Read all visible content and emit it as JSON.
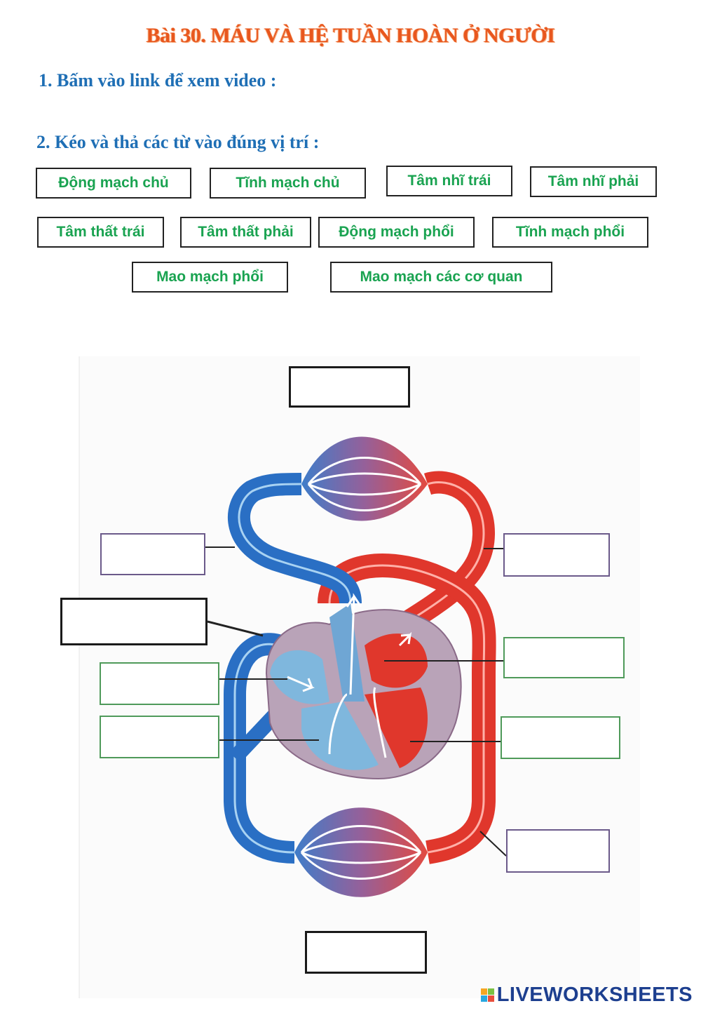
{
  "title": "Bài 30. MÁU VÀ HỆ TUẦN HOÀN Ở NGƯỜI",
  "question1": "1. Bấm vào link để xem video :",
  "question2": "2. Kéo và thả các từ vào đúng vị trí :",
  "word_bank": [
    "Động mạch chủ",
    "Tĩnh mạch chủ",
    "Tâm nhĩ trái",
    "Tâm nhĩ phải",
    "Tâm thất trái",
    "Tâm thất phải",
    "Động mạch phổi",
    "Tĩnh mạch phổi",
    "Mao mạch phổi",
    "Mao mạch các cơ quan"
  ],
  "colors": {
    "title": "#e8571e",
    "question": "#1f6fb5",
    "chip_text": "#1aa351",
    "artery_red": "#e0372c",
    "vein_blue": "#2a6fc4"
  },
  "diagram": {
    "drop_zone_count": 10
  },
  "brand": "LIVEWORKSHEETS"
}
